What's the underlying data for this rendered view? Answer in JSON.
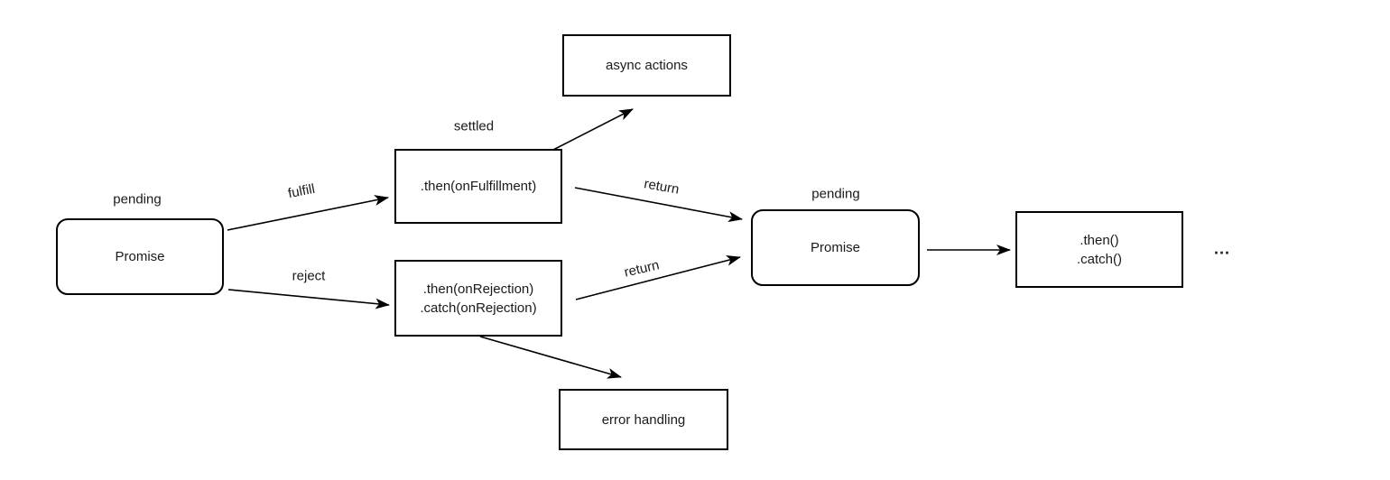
{
  "diagram": {
    "nodes": {
      "promise1": {
        "label": "Promise",
        "state_label": "pending"
      },
      "then_fulfillment": {
        "label": ".then(onFulfillment)",
        "state_label": "settled"
      },
      "then_rejection": {
        "line1": ".then(onRejection)",
        "line2": ".catch(onRejection)"
      },
      "async_actions": {
        "label": "async actions"
      },
      "error_handling": {
        "label": "error handling"
      },
      "promise2": {
        "label": "Promise",
        "state_label": "pending"
      },
      "then_catch": {
        "line1": ".then()",
        "line2": ".catch()"
      },
      "continuation": {
        "label": "..."
      }
    },
    "edges": {
      "fulfill": {
        "label": "fulfill"
      },
      "reject": {
        "label": "reject"
      },
      "return_top": {
        "label": "return"
      },
      "return_bottom": {
        "label": "return"
      },
      "to_async_actions": {
        "label": ""
      },
      "to_error_handling": {
        "label": ""
      },
      "to_then_catch": {
        "label": ""
      }
    },
    "colors": {
      "stroke": "#000000",
      "text": "#1a1a1a",
      "background": "#ffffff"
    }
  }
}
